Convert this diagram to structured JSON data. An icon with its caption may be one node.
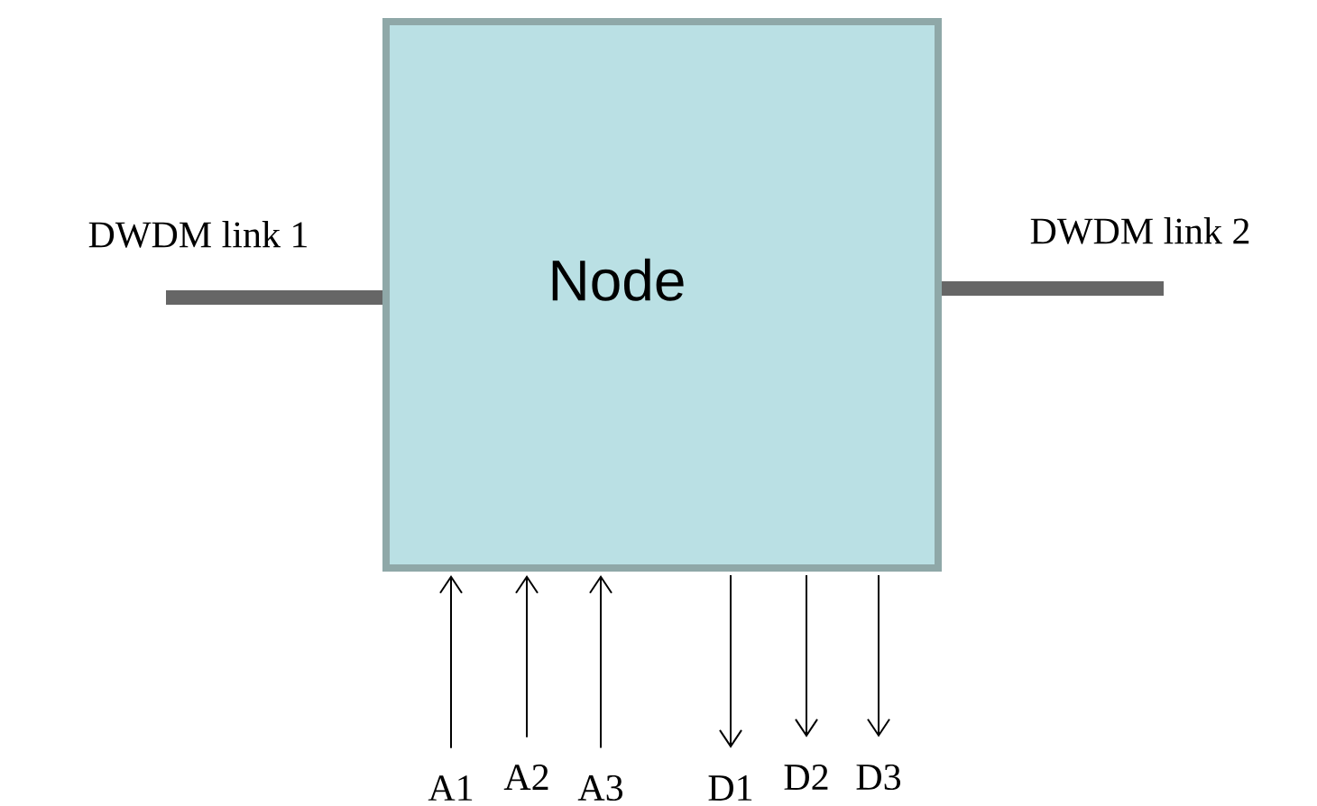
{
  "diagram": {
    "nodes": [
      {
        "text": [
          "Node"
        ]
      },
      {
        "text": [
          "A1"
        ]
      },
      {
        "text": [
          "A2"
        ]
      },
      {
        "text": [
          "A3"
        ]
      },
      {
        "text": [
          "D1"
        ]
      },
      {
        "text": [
          "D2"
        ]
      },
      {
        "text": [
          "D3"
        ]
      }
    ],
    "edges": [
      {
        "from": null,
        "to": 0,
        "arrow": "none",
        "label": "DWDM link 1",
        "style": "thick",
        "color": "#666666"
      },
      {
        "from": 0,
        "to": null,
        "arrow": "none",
        "label": "DWDM link 2",
        "style": "thick",
        "color": "#666666"
      },
      {
        "from": 1,
        "to": 0,
        "arrow": "to"
      },
      {
        "from": 2,
        "to": 0,
        "arrow": "to"
      },
      {
        "from": 3,
        "to": 0,
        "arrow": "to"
      },
      {
        "from": 0,
        "to": 4,
        "arrow": "to"
      },
      {
        "from": 0,
        "to": 5,
        "arrow": "to"
      },
      {
        "from": 0,
        "to": 6,
        "arrow": "to"
      }
    ]
  }
}
